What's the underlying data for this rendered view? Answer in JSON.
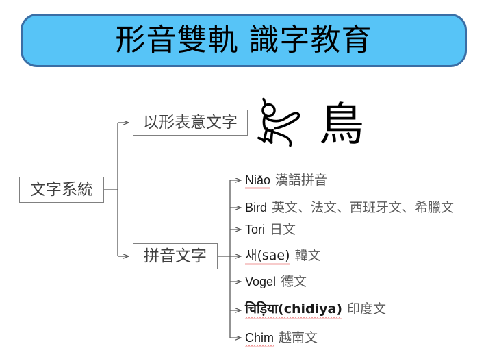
{
  "title": {
    "text": "形音雙軌 識字教育",
    "banner_fill": "#57C4F7",
    "banner_border": "#3A6EA5"
  },
  "diagram": {
    "root": {
      "label": "文字系統"
    },
    "branches": [
      {
        "label": "以形表意文字"
      },
      {
        "label": "拼音文字"
      }
    ],
    "ideograph_example": {
      "pictograph_name": "oracle-bone-bird-pictograph",
      "character": "鳥"
    },
    "languages": [
      {
        "name": "Niǎo",
        "label": "漢語拼音",
        "misspelled": true,
        "script": "latin"
      },
      {
        "name": "Bird",
        "label": "英文、法文、西班牙文、希臘文",
        "misspelled": false,
        "script": "latin"
      },
      {
        "name": "Tori",
        "label": "日文",
        "misspelled": false,
        "script": "latin"
      },
      {
        "name": "새(sae)",
        "label": "韓文",
        "misspelled": true,
        "script": "hangul"
      },
      {
        "name": "Vogel",
        "label": "德文",
        "misspelled": false,
        "script": "latin"
      },
      {
        "name": "चिड़िया(chidiya)",
        "label": "印度文",
        "misspelled": true,
        "script": "devanagari"
      },
      {
        "name": "Chim",
        "label": "越南文",
        "misspelled": true,
        "script": "latin"
      }
    ]
  },
  "colors": {
    "box_border": "#808080",
    "box_text": "#3F3F3F",
    "connector": "#595959",
    "label_text": "#5A5A5A",
    "name_text": "#1A1A1A",
    "spellcheck": "#E03030"
  }
}
